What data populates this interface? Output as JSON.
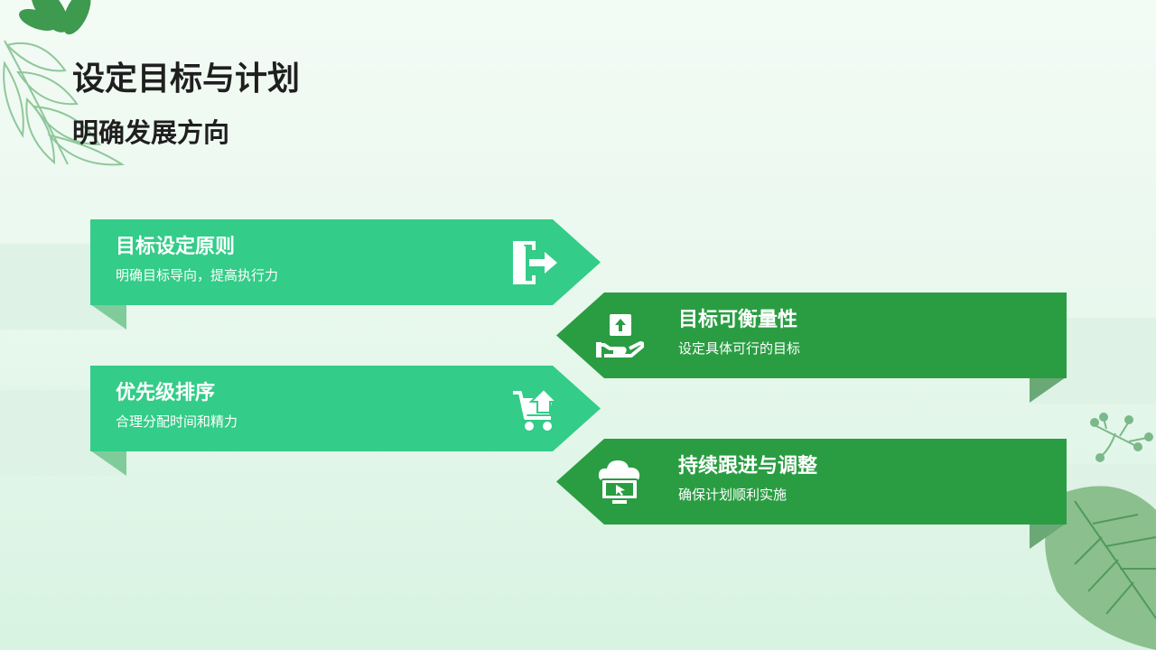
{
  "page": {
    "title": "设定目标与计划",
    "subtitle": "明确发展方向"
  },
  "colors": {
    "light_green": "#33cc88",
    "dark_green": "#2a9d43",
    "fold_light": "#7fcc9a",
    "fold_dark": "#6aa876"
  },
  "cards": [
    {
      "title": "目标设定原则",
      "desc": "明确目标导向，提高执行力",
      "icon": "exit-door-icon"
    },
    {
      "title": "目标可衡量性",
      "desc": "设定具体可行的目标",
      "icon": "hand-upload-box-icon"
    },
    {
      "title": "优先级排序",
      "desc": "合理分配时间和精力",
      "icon": "cart-upload-icon"
    },
    {
      "title": "持续跟进与调整",
      "desc": "确保计划顺利实施",
      "icon": "cloud-computer-icon"
    }
  ]
}
